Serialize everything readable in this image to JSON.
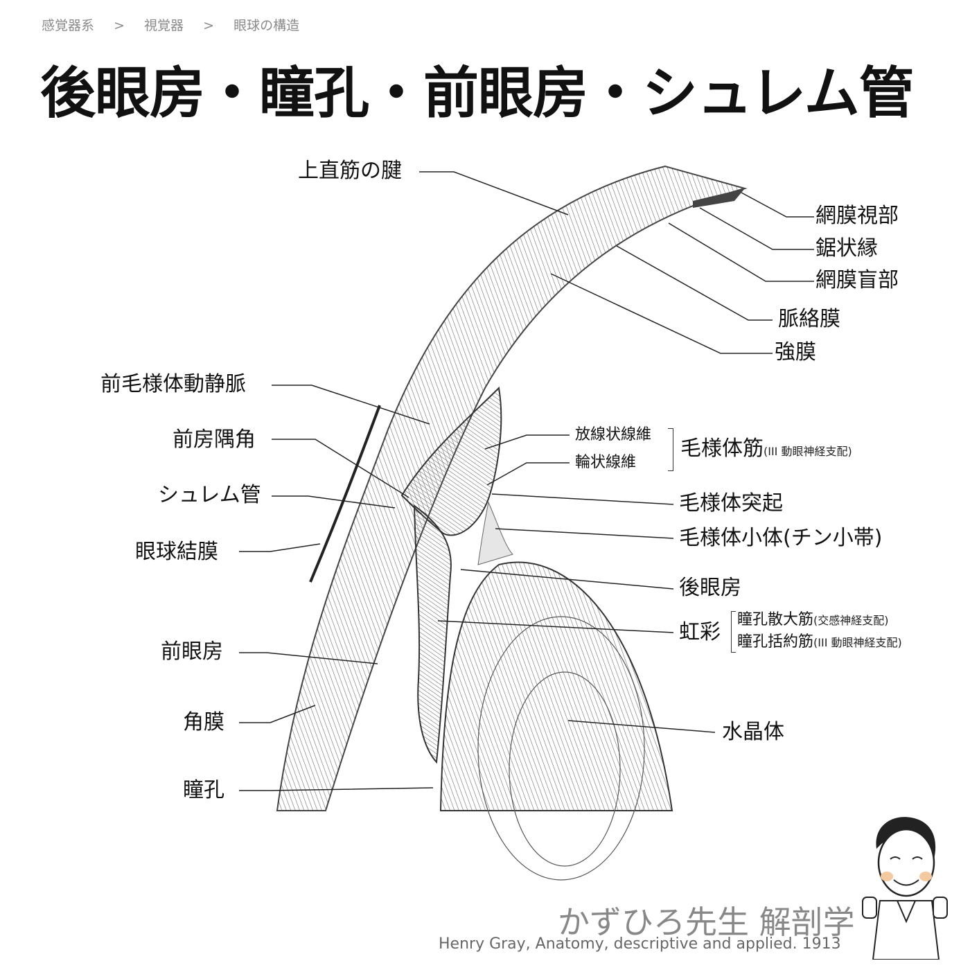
{
  "breadcrumb": {
    "items": [
      "感覚器系",
      "視覚器",
      "眼球の構造"
    ],
    "separator": ">"
  },
  "title": "後眼房・瞳孔・前眼房・シュレム管",
  "labels": {
    "superior_rectus_tendon": "上直筋の腱",
    "retina_optic_part": "網膜視部",
    "ora_serrata": "鋸状縁",
    "retina_blind_part": "網膜盲部",
    "choroid": "脈絡膜",
    "sclera": "強膜",
    "anterior_ciliary_vessels": "前毛様体動静脈",
    "iridocorneal_angle": "前房隅角",
    "schlemm_canal": "シュレム管",
    "conjunctiva": "眼球結膜",
    "anterior_chamber": "前眼房",
    "cornea": "角膜",
    "pupil": "瞳孔",
    "radial_fibers": "放線状線維",
    "circular_fibers": "輪状線維",
    "ciliary_muscle": "毛様体筋",
    "ciliary_muscle_note": "(III 動眼神経支配)",
    "ciliary_processes": "毛様体突起",
    "zonule": "毛様体小体(チン小帯)",
    "posterior_chamber": "後眼房",
    "iris": "虹彩",
    "dilator": "瞳孔散大筋",
    "dilator_note": "(交感神経支配)",
    "sphincter": "瞳孔括約筋",
    "sphincter_note": "(III 動眼神経支配)",
    "lens": "水晶体"
  },
  "footer": {
    "brand": "かずひろ先生 解剖学",
    "credit": "Henry Gray, Anatomy, descriptive and applied. 1913"
  },
  "colors": {
    "text": "#111111",
    "breadcrumb": "#8a8a8a",
    "brand": "#888888",
    "credit": "#666666",
    "tissue": "#c9c9c9",
    "tissue_dark": "#7a7a7a"
  }
}
